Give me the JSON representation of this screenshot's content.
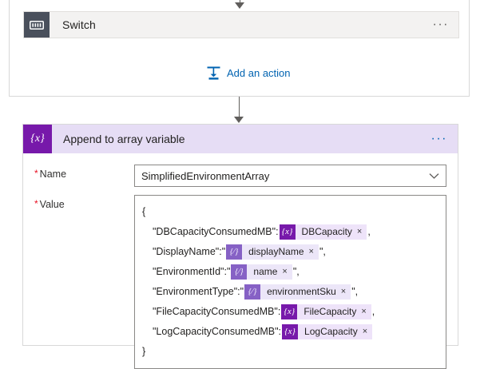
{
  "colors": {
    "switch_icon_bg": "#4a505c",
    "append_icon_bg": "#7719aa",
    "append_header_bg": "#e6ddf5",
    "link_blue": "#0063b1",
    "required_red": "#e81123",
    "variable_token_bg": "#eee3f9",
    "expression_token_bg": "#ece6f8",
    "expression_icon_bg": "#8661c5"
  },
  "switch_card": {
    "title": "Switch",
    "icon": "switch-control-icon",
    "ellipsis": "···"
  },
  "add_action": {
    "label": "Add an action",
    "icon": "insert-step-icon"
  },
  "append_card": {
    "title": "Append to array variable",
    "icon": "variable-braces-icon",
    "icon_glyph": "{x}",
    "ellipsis": "···",
    "fields": {
      "name": {
        "label": "Name",
        "required_marker": "*",
        "value": "SimplifiedEnvironmentArray",
        "placeholder": "",
        "chevron": "chevron-down-icon"
      },
      "value": {
        "label": "Value",
        "required_marker": "*",
        "open_brace": "{",
        "close_brace": "}",
        "lines": [
          {
            "key": "\"DBCapacityConsumedMB\": ",
            "pre": "",
            "token": {
              "kind": "variable",
              "glyph": "{x}",
              "label": "DBCapacity",
              "close": "×"
            },
            "post": "",
            "suffix": ","
          },
          {
            "key": "\"DisplayName\": ",
            "pre": "\"",
            "token": {
              "kind": "expression",
              "glyph": "{∕}",
              "label": "displayName",
              "close": "×"
            },
            "post": "\"",
            "suffix": ","
          },
          {
            "key": "\"EnvironmentId\": ",
            "pre": "\"",
            "token": {
              "kind": "expression",
              "glyph": "{∕}",
              "label": "name",
              "close": "×"
            },
            "post": "\"",
            "suffix": ","
          },
          {
            "key": "\"EnvironmentType\": ",
            "pre": "\"",
            "token": {
              "kind": "expression",
              "glyph": "{∕}",
              "label": "environmentSku",
              "close": "×"
            },
            "post": "\"",
            "suffix": ","
          },
          {
            "key": "\"FileCapacityConsumedMB\": ",
            "pre": "",
            "token": {
              "kind": "variable",
              "glyph": "{x}",
              "label": "FileCapacity",
              "close": "×"
            },
            "post": "",
            "suffix": ","
          },
          {
            "key": "\"LogCapacityConsumedMB\": ",
            "pre": "",
            "token": {
              "kind": "variable",
              "glyph": "{x}",
              "label": "LogCapacity",
              "close": "×"
            },
            "post": "",
            "suffix": ""
          }
        ]
      }
    }
  }
}
